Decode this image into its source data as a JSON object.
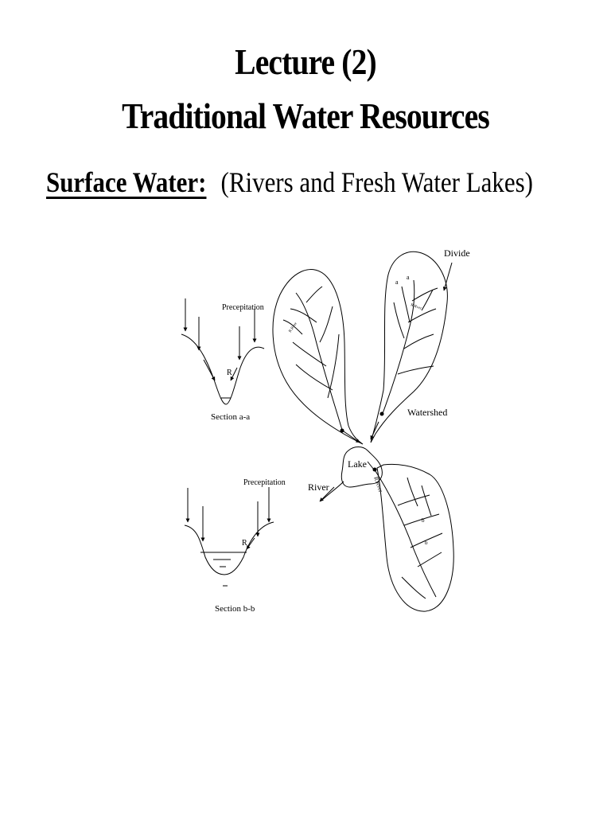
{
  "title": {
    "line1": "Lecture (2)",
    "line2": "Traditional Water Resources"
  },
  "section": {
    "label": "Surface Water:",
    "subtitle": "(Rivers and Fresh Water Lakes)"
  },
  "figure": {
    "labels": {
      "divide": "Divide",
      "watershed": "Watershed",
      "lake": "Lake",
      "river": "River",
      "precipitation_top": "Precepitation",
      "precipitation_bottom": "Precepitation",
      "r_top": "R",
      "r_bottom": "R",
      "section_aa": "Section a-a",
      "section_bb": "Section b-b",
      "mark_a1": "a",
      "mark_a2": "a",
      "mark_b1": "b",
      "mark_b2": "b",
      "river_tag": "R.Rver"
    }
  }
}
